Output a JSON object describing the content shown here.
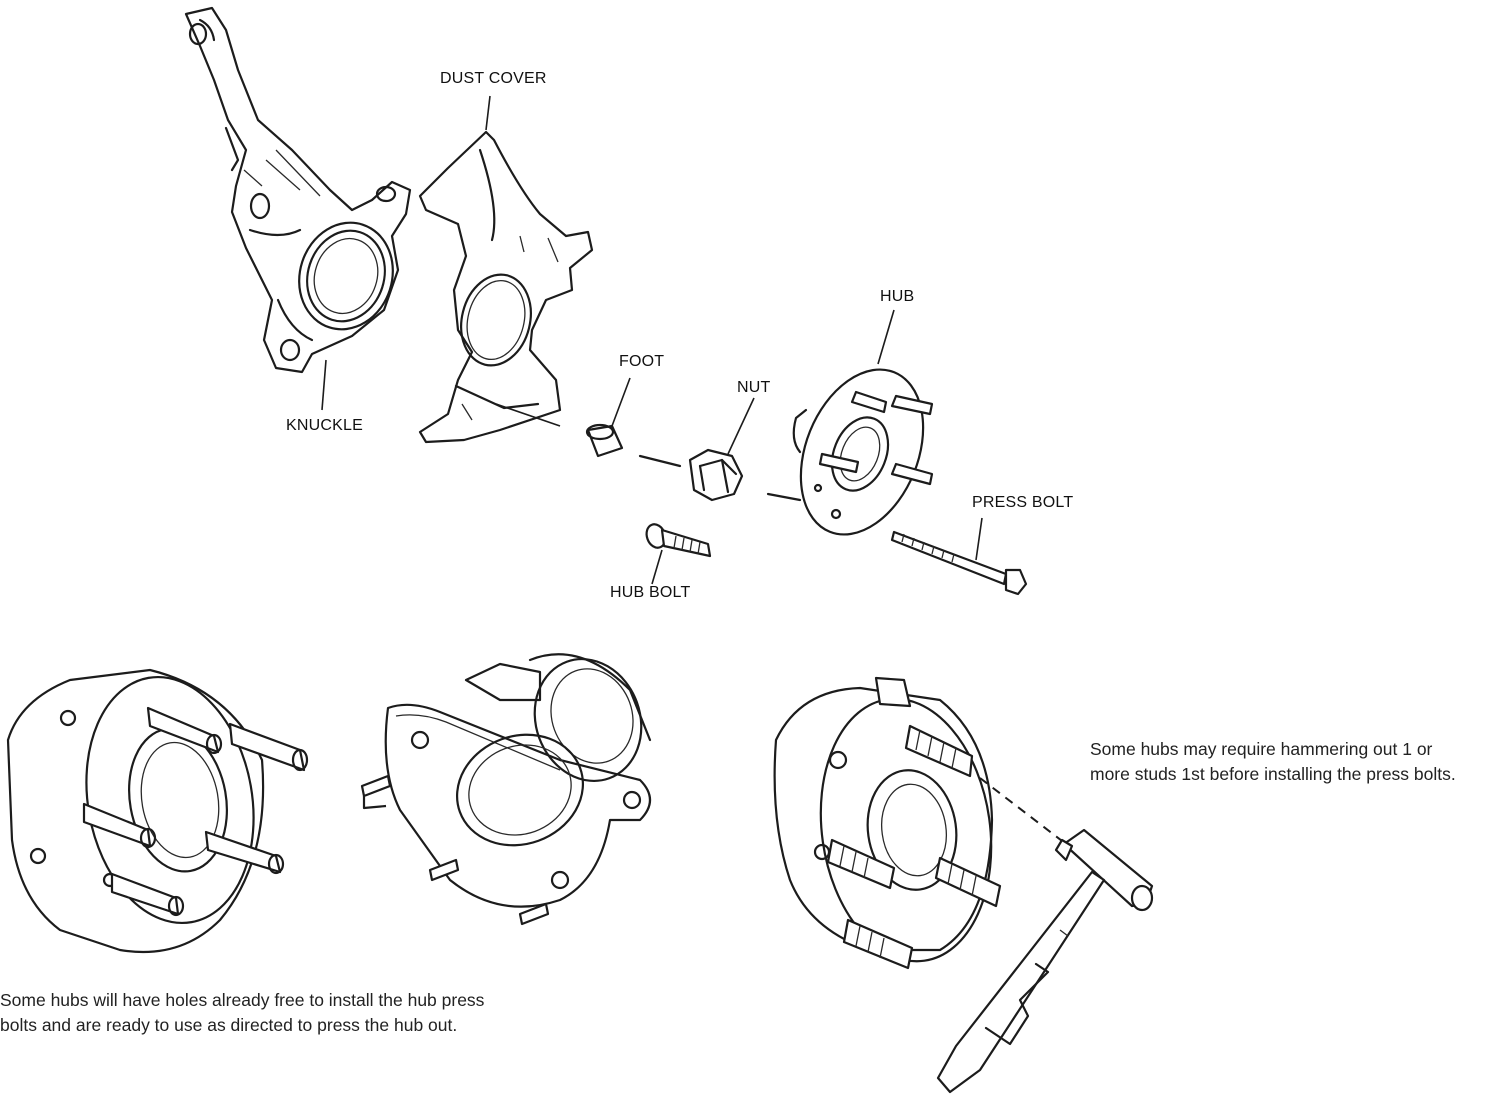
{
  "labels": {
    "dust_cover": "DUST COVER",
    "knuckle": "KNUCKLE",
    "hub": "HUB",
    "foot": "FOOT",
    "nut": "NUT",
    "press_bolt": "PRESS BOLT",
    "hub_bolt": "HUB BOLT"
  },
  "notes": {
    "hammer_line1": "Some hubs may require hammering out 1 or",
    "hammer_line2": "more studs 1st before installing the press bolts.",
    "holes_line1": "Some hubs will have holes already free to install the hub press",
    "holes_line2": "bolts and are ready to use as directed to press the hub out."
  }
}
